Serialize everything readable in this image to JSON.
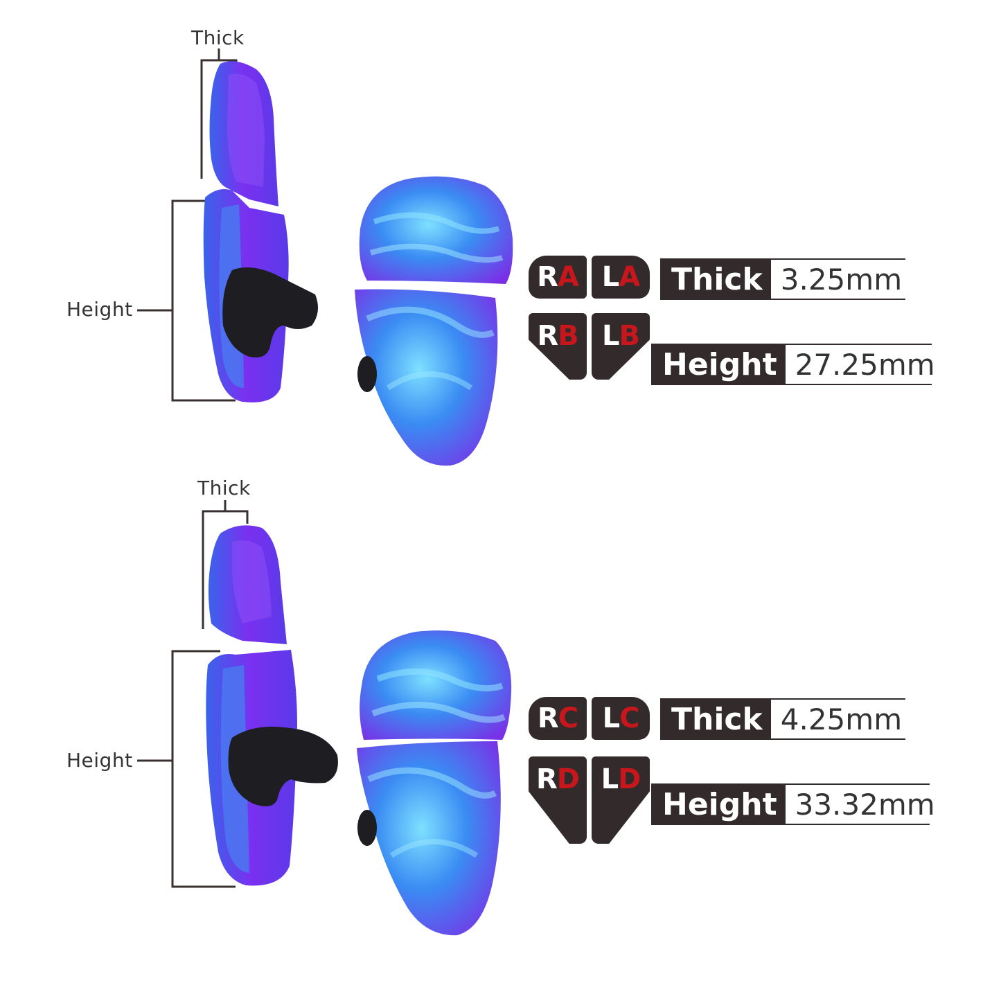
{
  "sets": [
    {
      "thick_label": "Thick",
      "height_label": "Height",
      "badges": [
        {
          "prefix": "R",
          "letter": "A"
        },
        {
          "prefix": "L",
          "letter": "A"
        },
        {
          "prefix": "R",
          "letter": "B"
        },
        {
          "prefix": "L",
          "letter": "B"
        }
      ],
      "thick": {
        "key": "Thick",
        "value": "3.25mm"
      },
      "height": {
        "key": "Height",
        "value": "27.25mm"
      }
    },
    {
      "thick_label": "Thick",
      "height_label": "Height",
      "badges": [
        {
          "prefix": "R",
          "letter": "C"
        },
        {
          "prefix": "L",
          "letter": "C"
        },
        {
          "prefix": "R",
          "letter": "D"
        },
        {
          "prefix": "L",
          "letter": "D"
        }
      ],
      "thick": {
        "key": "Thick",
        "value": "4.25mm"
      },
      "height": {
        "key": "Height",
        "value": "33.32mm"
      }
    }
  ],
  "colors": {
    "badge_bg": "#332b2b",
    "badge_letter": "#c8161d",
    "paddle_purple": "#6a2cf0",
    "paddle_blue": "#3aa6f6"
  }
}
